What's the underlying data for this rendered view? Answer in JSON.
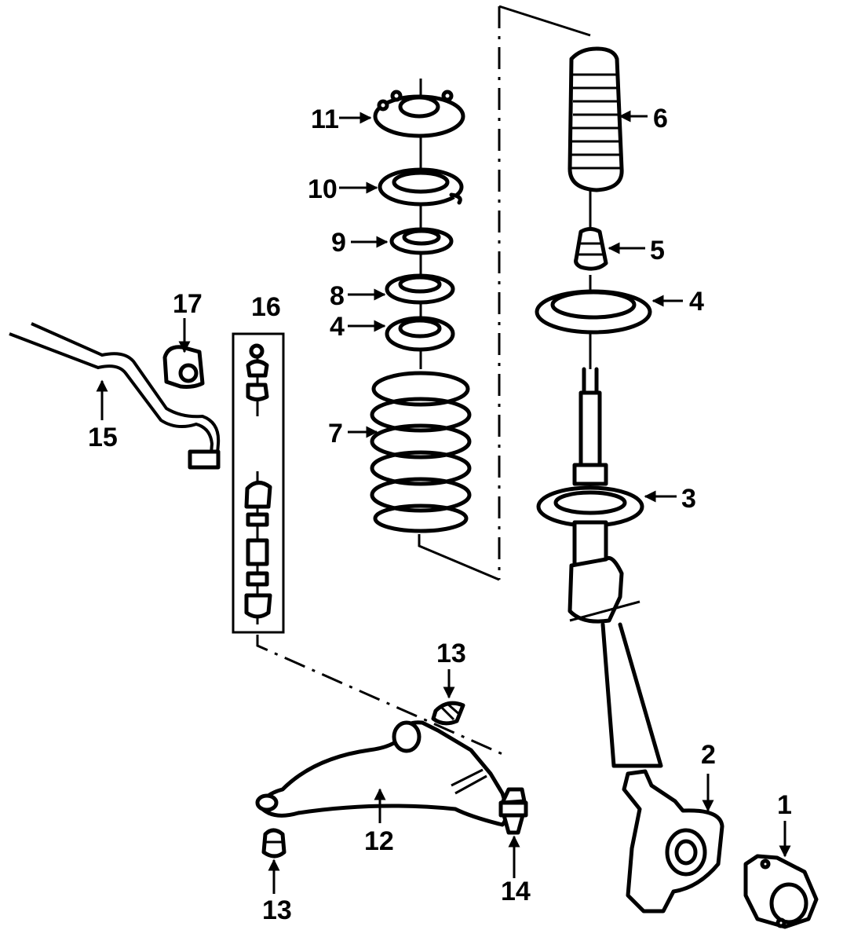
{
  "callouts": {
    "c1": "1",
    "c2": "2",
    "c3": "3",
    "c4a": "4",
    "c4b": "4",
    "c5": "5",
    "c6": "6",
    "c7": "7",
    "c8": "8",
    "c9": "9",
    "c10": "10",
    "c11": "11",
    "c12": "12",
    "c13a": "13",
    "c13b": "13",
    "c14": "14",
    "c15": "15",
    "c16": "16",
    "c17": "17"
  },
  "icons": {
    "arrow": "arrowhead"
  }
}
